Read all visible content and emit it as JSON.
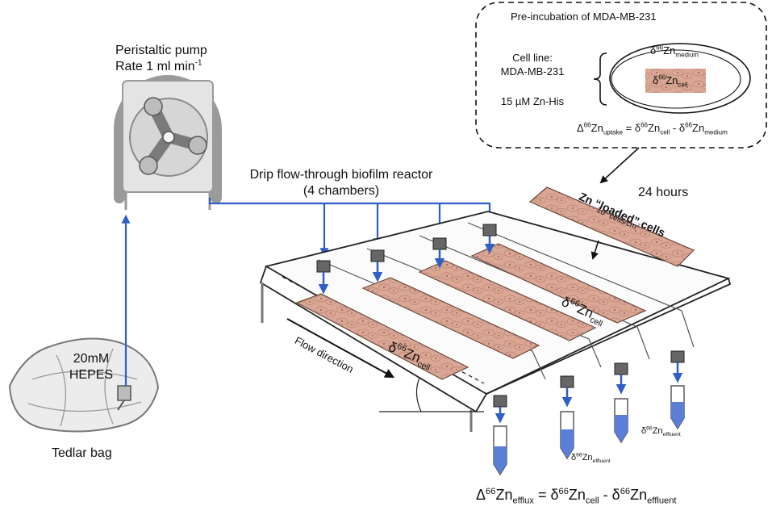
{
  "preincubation": {
    "title": "Pre-incubation of MDA-MB-231",
    "cell_line_label": "Cell line:",
    "cell_line_value": "MDA-MB-231",
    "zn_his": "15 µM Zn-His",
    "medium": {
      "delta": "δ",
      "mass": "66",
      "element": "Zn",
      "sub": "medium"
    },
    "cell": {
      "delta": "δ",
      "mass": "66",
      "element": "Zn",
      "sub": "cell"
    },
    "uptake_eq": {
      "lhs_pre": "Δ",
      "lhs_mass": "66",
      "lhs_el": "Zn",
      "lhs_sub": "uptake",
      "eq": " = ",
      "t1_pre": "δ",
      "t1_mass": "66",
      "t1_el": "Zn",
      "t1_sub": "cell",
      "minus": " - ",
      "t2_pre": "δ",
      "t2_mass": "66",
      "t2_el": "Zn",
      "t2_sub": "medium"
    }
  },
  "pump": {
    "title": "Peristaltic pump",
    "rate": "Rate 1 ml min",
    "rate_sup": "-1"
  },
  "reactor": {
    "title": "Drip flow-through biofilm reactor",
    "chambers": "(4 chambers)"
  },
  "time": "24 hours",
  "loaded": {
    "title": "Zn “loaded” cells",
    "density": "10",
    "density_sup": "6",
    "density_unit": " cells/cm",
    "density_unit_sup": "2"
  },
  "slide_label": {
    "delta": "δ",
    "mass": "66",
    "element": "Zn",
    "sub": "cell"
  },
  "flow_direction": "Flow direction",
  "bag": {
    "content_1": "20mM",
    "content_2": "HEPES",
    "name": "Tedlar bag"
  },
  "effluent": {
    "delta": "δ",
    "mass": "66",
    "element": "Zn",
    "sub": "effluent"
  },
  "efflux_eq": {
    "lhs_pre": "Δ",
    "lhs_mass": "66",
    "lhs_el": "Zn",
    "lhs_sub": "efflux",
    "eq": " = ",
    "t1_pre": "δ",
    "t1_mass": "66",
    "t1_el": "Zn",
    "t1_sub": "cell",
    "minus": " - ",
    "t2_pre": "δ",
    "t2_mass": "66",
    "t2_el": "Zn",
    "t2_sub": "effluent"
  },
  "colors": {
    "arrow": "#2f5fc4",
    "slide": "#d8a28e",
    "slide_edge": "#6b4a3c",
    "tube_fill": "#5b7fd6",
    "frame": "#111111"
  }
}
